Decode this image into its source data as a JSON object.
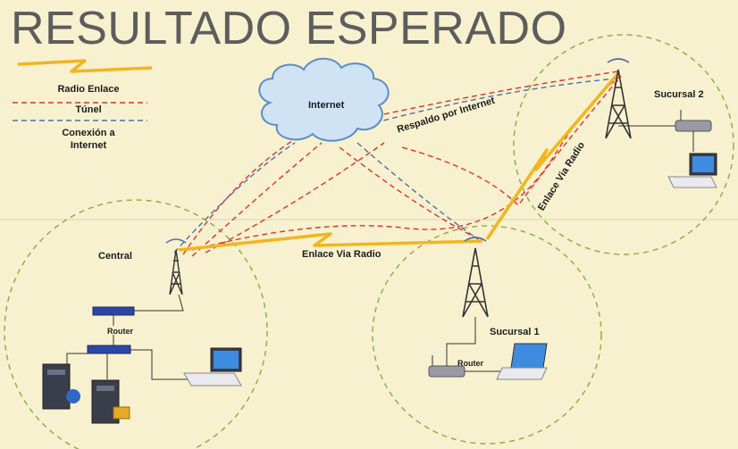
{
  "title": "RESULTADO ESPERADO",
  "legend": {
    "radio": "Radio Enlace",
    "tunnel": "Túnel",
    "internet_line1": "Conexión a",
    "internet_line2": "Internet"
  },
  "nodes": {
    "internet": "Internet",
    "central": "Central",
    "sucursal1": "Sucursal 1",
    "sucursal2": "Sucursal 2",
    "router_central": "Router",
    "router_sucursal1": "Router"
  },
  "links": {
    "respaldo": "Respaldo por Internet",
    "enlace_central": "Enlace Via Radio",
    "enlace_sucursal2": "Enlace Via Radio"
  },
  "colors": {
    "background": "#f8f1cf",
    "radio_link": "#f2b51f",
    "tunnel": "#e03030",
    "internet_link": "#4f6fa6",
    "site_circle": "#8db04a",
    "cloud": "#cfe3f5"
  }
}
